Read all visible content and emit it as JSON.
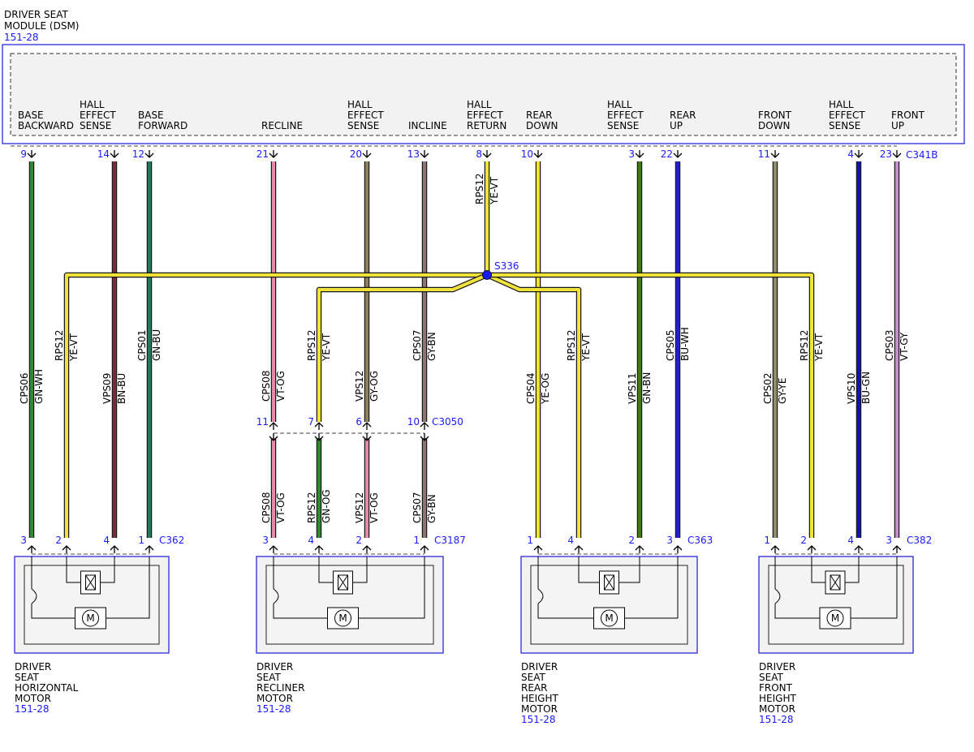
{
  "module": {
    "title_lines": [
      "DRIVER SEAT",
      "MODULE (DSM)"
    ],
    "ref": "151-28",
    "connector": "C341B"
  },
  "module_pins": [
    {
      "num": "9",
      "label": [
        "BASE",
        "BACKWARD"
      ]
    },
    {
      "num": "14",
      "label": [
        "HALL",
        "EFFECT",
        "SENSE"
      ]
    },
    {
      "num": "12",
      "label": [
        "BASE",
        "FORWARD"
      ]
    },
    {
      "num": "21",
      "label": [
        "RECLINE"
      ]
    },
    {
      "num": "20",
      "label": [
        "HALL",
        "EFFECT",
        "SENSE"
      ]
    },
    {
      "num": "13",
      "label": [
        "INCLINE"
      ]
    },
    {
      "num": "8",
      "label": [
        "HALL",
        "EFFECT",
        "RETURN"
      ]
    },
    {
      "num": "10",
      "label": [
        "REAR",
        "DOWN"
      ]
    },
    {
      "num": "3",
      "label": [
        "HALL",
        "EFFECT",
        "SENSE"
      ]
    },
    {
      "num": "22",
      "label": [
        "REAR",
        "UP"
      ]
    },
    {
      "num": "11",
      "label": [
        "FRONT",
        "DOWN"
      ]
    },
    {
      "num": "4",
      "label": [
        "HALL",
        "EFFECT",
        "SENSE"
      ]
    },
    {
      "num": "23",
      "label": [
        "FRONT",
        "UP"
      ]
    }
  ],
  "splice": {
    "name": "S336"
  },
  "inline_connector": {
    "name": "C3050",
    "pins": [
      "11",
      "7",
      "6",
      "10"
    ]
  },
  "wires_upper": [
    {
      "circuit": "CPS06",
      "color_code": "GN-WH"
    },
    {
      "circuit": "VPS09",
      "color_code": "BN-BU"
    },
    {
      "circuit": "CPS01",
      "color_code": "GN-BU"
    },
    {
      "circuit": "CPS08",
      "color_code": "VT-OG"
    },
    {
      "circuit": "VPS12",
      "color_code": "GY-OG"
    },
    {
      "circuit": "CPS07",
      "color_code": "GY-BN"
    },
    {
      "circuit": "RPS12",
      "color_code": "YE-VT"
    },
    {
      "circuit": "CPS04",
      "color_code": "YE-OG"
    },
    {
      "circuit": "VPS11",
      "color_code": "GN-BN"
    },
    {
      "circuit": "CPS05",
      "color_code": "BU-WH"
    },
    {
      "circuit": "CPS02",
      "color_code": "GY-YE"
    },
    {
      "circuit": "VPS10",
      "color_code": "BU-GN"
    },
    {
      "circuit": "CPS03",
      "color_code": "VT-GY"
    }
  ],
  "return_branches": [
    {
      "circuit": "RPS12",
      "color_code": "YE-VT"
    },
    {
      "circuit": "RPS12",
      "color_code": "YE-VT"
    },
    {
      "circuit": "RPS12",
      "color_code": "YE-VT"
    },
    {
      "circuit": "RPS12",
      "color_code": "YE-VT"
    }
  ],
  "wires_lower_recliner": [
    {
      "circuit": "CPS08",
      "color_code": "VT-OG"
    },
    {
      "circuit": "RPS12",
      "color_code": "GN-OG"
    },
    {
      "circuit": "VPS12",
      "color_code": "VT-OG"
    },
    {
      "circuit": "CPS07",
      "color_code": "GY-BN"
    }
  ],
  "motors": [
    {
      "connector": "C362",
      "pins": [
        "3",
        "2",
        "4",
        "1"
      ],
      "name_lines": [
        "DRIVER",
        "SEAT",
        "HORIZONTAL",
        "MOTOR"
      ],
      "ref": "151-28"
    },
    {
      "connector": "C3187",
      "pins": [
        "3",
        "4",
        "2",
        "1"
      ],
      "name_lines": [
        "DRIVER",
        "SEAT",
        "RECLINER",
        "MOTOR"
      ],
      "ref": "151-28"
    },
    {
      "connector": "C363",
      "pins": [
        "1",
        "4",
        "2",
        "3"
      ],
      "name_lines": [
        "DRIVER",
        "SEAT",
        "REAR",
        "HEIGHT",
        "MOTOR"
      ],
      "ref": "151-28"
    },
    {
      "connector": "C382",
      "pins": [
        "1",
        "2",
        "4",
        "3"
      ],
      "name_lines": [
        "DRIVER",
        "SEAT",
        "FRONT",
        "HEIGHT",
        "MOTOR"
      ],
      "ref": "151-28"
    }
  ],
  "motor_symbol": "M",
  "colors": {
    "ref_blue": "#1a1aff",
    "GN-WH": "#2e8b2e",
    "BN-BU": "#8a2240",
    "GN-BU": "#1f7a5a",
    "VT-OG": "#e889a8",
    "GY-OG": "#8f7f5a",
    "GY-BN": "#8d7474",
    "YE-VT": "#f2e33a",
    "YE-OG": "#eee42c",
    "GN-BN": "#3d7a1e",
    "BU-WH": "#2020d0",
    "GY-YE": "#8e8e6a",
    "BU-GN": "#1010c0",
    "VT-GY": "#c58fc9",
    "GN-OG": "#2f8a2f"
  }
}
